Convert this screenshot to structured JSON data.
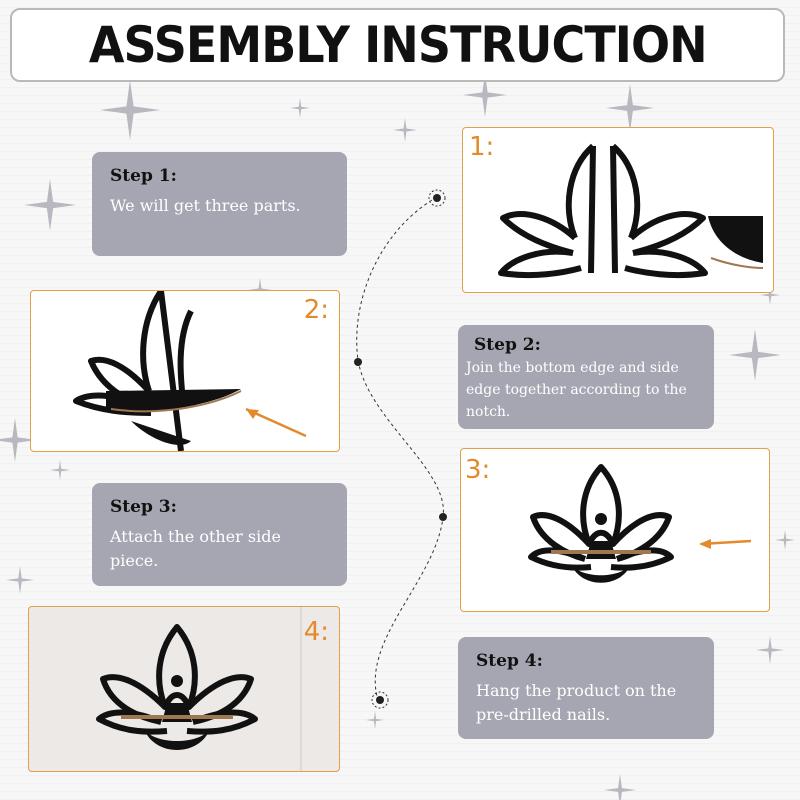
{
  "title": "ASSEMBLY INSTRUCTION",
  "steps": [
    {
      "label": "Step 1:",
      "text": "We will get three parts."
    },
    {
      "label": "Step 2:",
      "text": "Join the bottom edge and side edge together according to the notch."
    },
    {
      "label": "Step 3:",
      "text": "Attach the other side piece."
    },
    {
      "label": "Step 4:",
      "text": "Hang the product on the pre-drilled nails."
    }
  ],
  "panels": [
    {
      "number": "1:"
    },
    {
      "number": "2:"
    },
    {
      "number": "3:"
    },
    {
      "number": "4:"
    }
  ],
  "colors": {
    "accent": "#e38b2c",
    "step_box": "#a6a6b3",
    "product": "#111111",
    "shelf": "#a07850"
  }
}
